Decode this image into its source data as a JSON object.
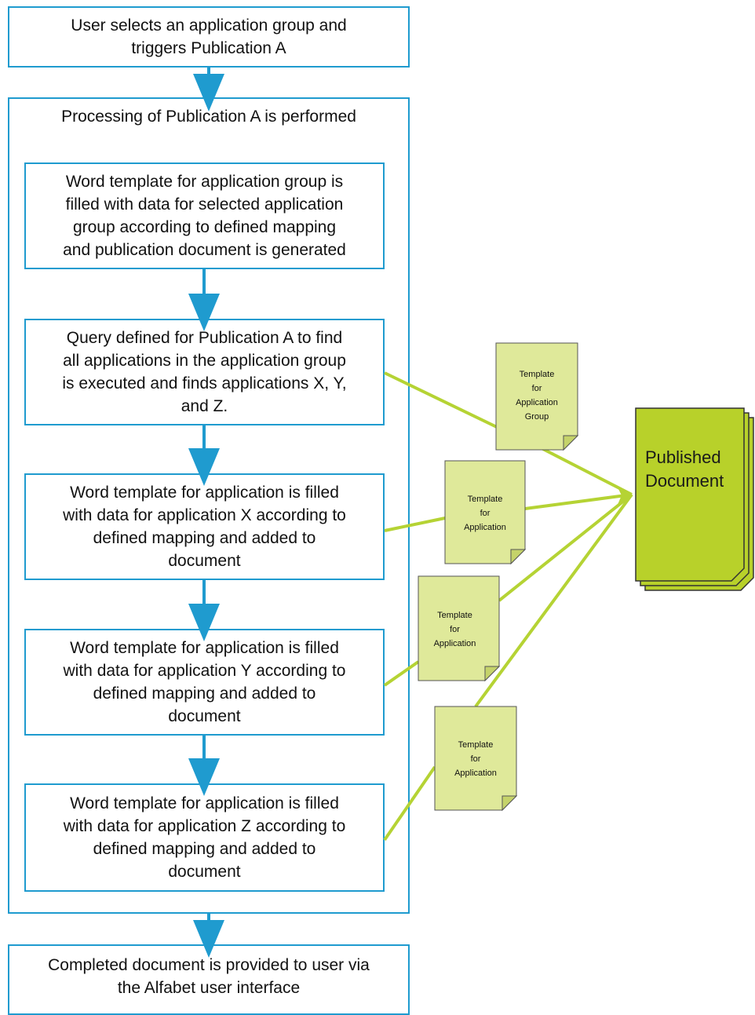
{
  "steps": {
    "start": "User selects an application group and\ntriggers Publication A",
    "processing_title": "Processing of Publication A is performed",
    "group_fill": "Word template for application group is\nfilled with data for selected application\ngroup according to defined mapping\nand publication document is generated",
    "query": "Query defined for Publication A to find\nall applications in the application group\nis executed and finds applications X, Y,\nand Z.",
    "app_x": "Word template for application is filled\nwith data for application X according to\ndefined mapping and added to\ndocument",
    "app_y": "Word template for application is filled\nwith data for application Y according to\ndefined mapping and added to\ndocument",
    "app_z": "Word template for application is filled\nwith data for application Z according to\ndefined mapping and added to\ndocument",
    "end": "Completed document is provided to user via\nthe Alfabet user interface"
  },
  "templates": {
    "group": "Template\nfor\nApplication\nGroup",
    "app_x": "Template\nfor\nApplication",
    "app_y": "Template\nfor\nApplication",
    "app_z": "Template\nfor\nApplication"
  },
  "published_document": "Published\nDocument",
  "colors": {
    "box_border": "#1f9bcf",
    "arrow": "#1f9bcf",
    "connector": "#b5d334",
    "template_fill": "#dfe99a",
    "published_fill": "#b8d12a"
  }
}
